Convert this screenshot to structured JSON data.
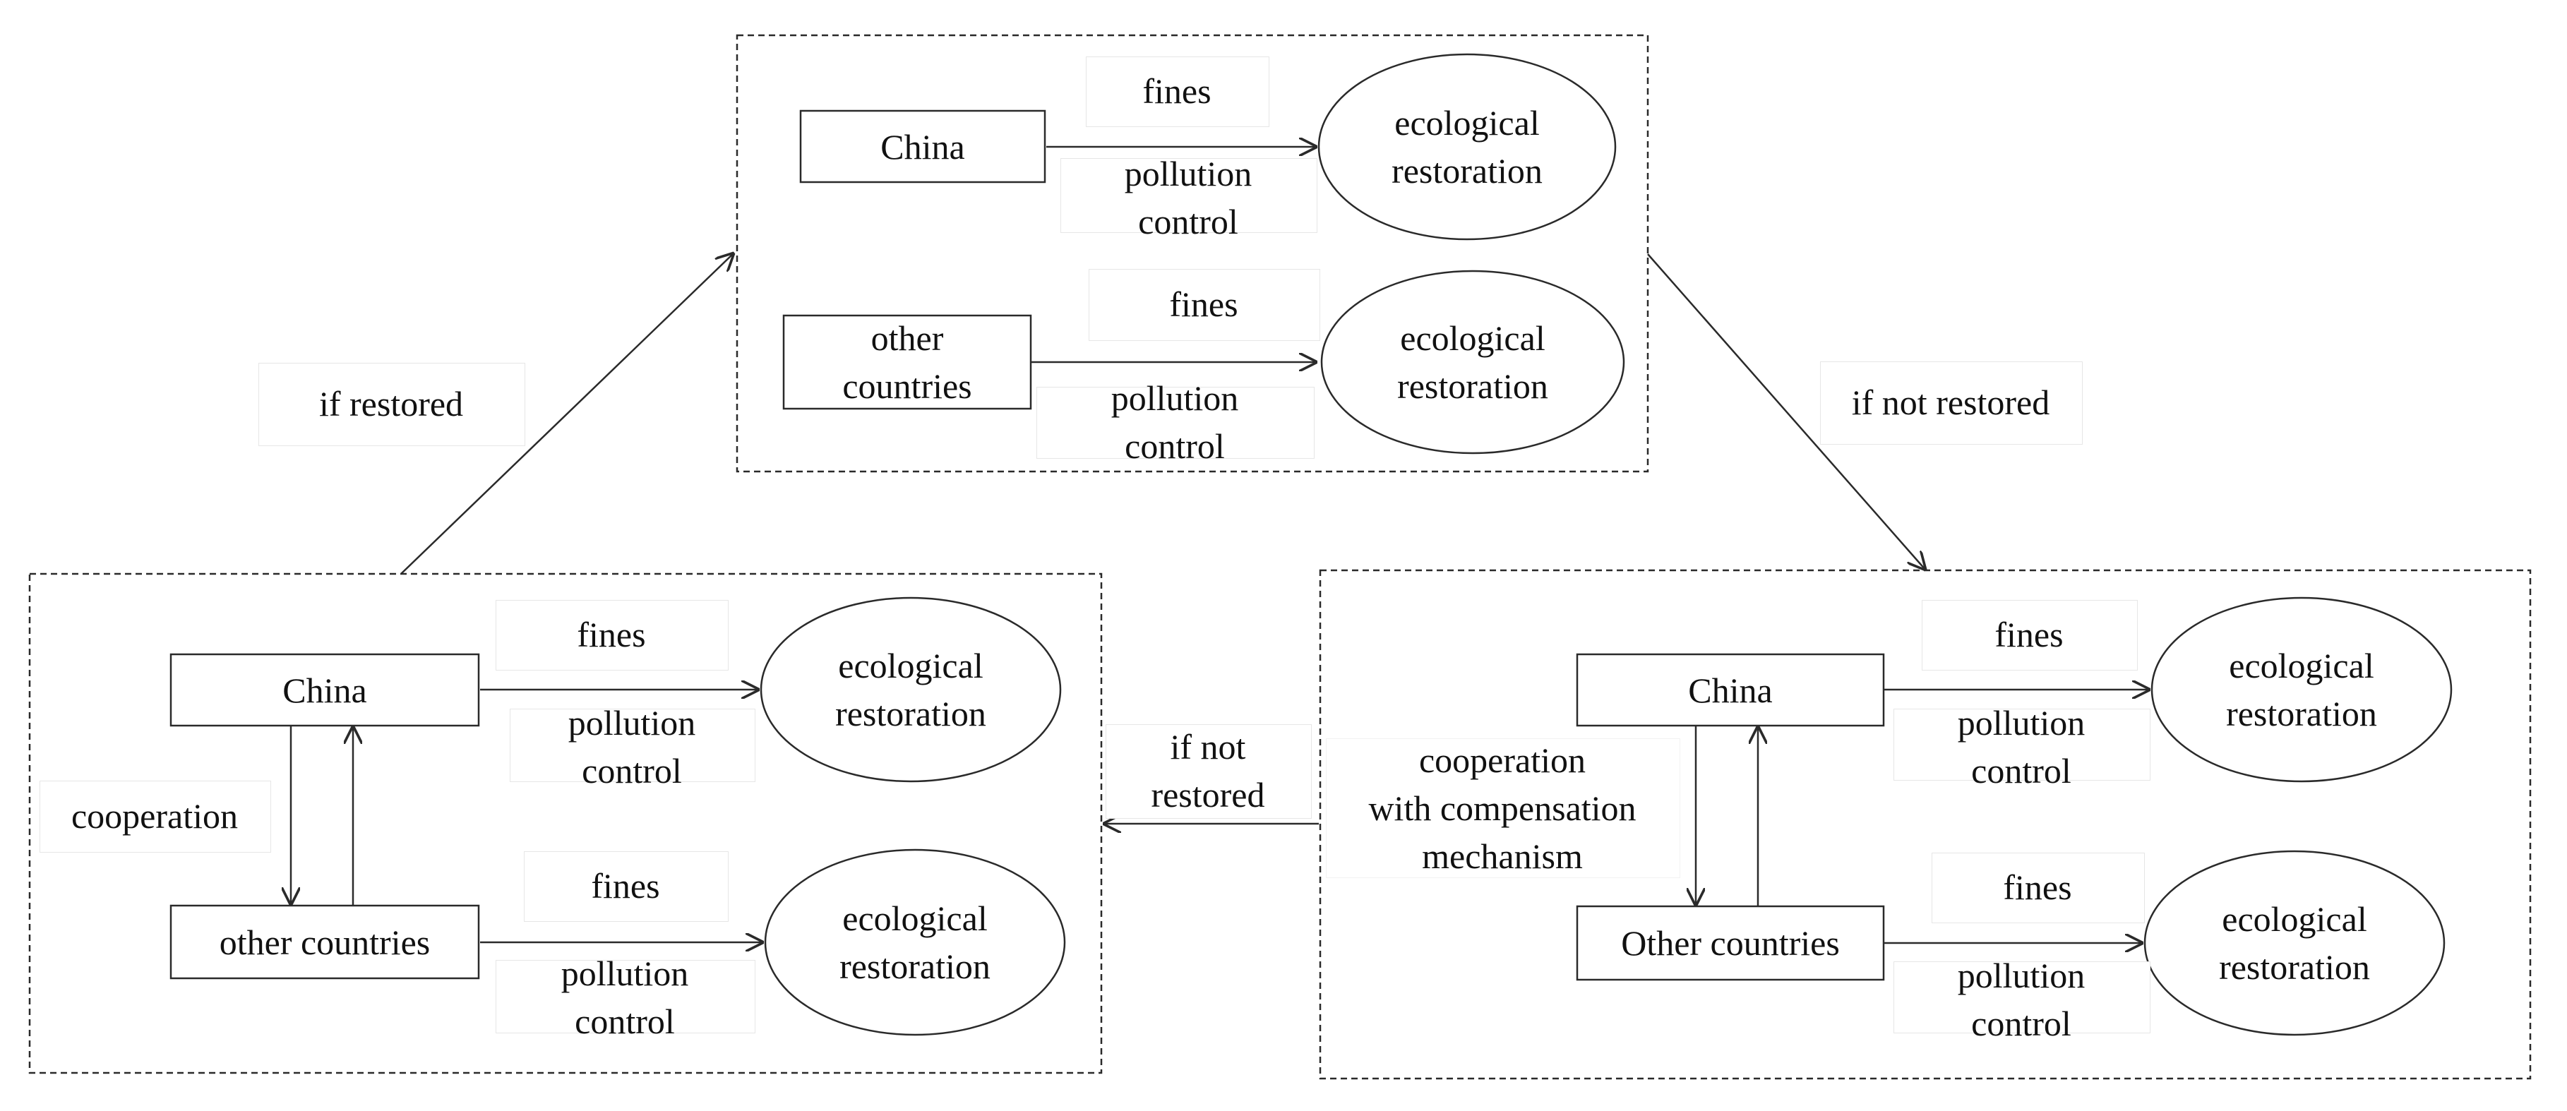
{
  "colors": {
    "line": "#2a2a2a",
    "label_border": "#e6e6e6",
    "background": "#ffffff"
  },
  "top_panel": {
    "row1": {
      "country": "China",
      "method_top": "fines",
      "method_bottom": "pollution\ncontrol",
      "target": "ecological\nrestoration"
    },
    "row2": {
      "country": "other\ncountries",
      "method_top": "fines",
      "method_bottom": "pollution\ncontrol",
      "target": "ecological\nrestoration"
    }
  },
  "left_panel": {
    "relation": "cooperation",
    "row1": {
      "country": "China",
      "method_top": "fines",
      "method_bottom": "pollution\ncontrol",
      "target": "ecological\nrestoration"
    },
    "row2": {
      "country": "other countries",
      "method_top": "fines",
      "method_bottom": "pollution\ncontrol",
      "target": "ecological\nrestoration"
    }
  },
  "right_panel": {
    "relation": "cooperation\nwith compensation\nmechanism",
    "row1": {
      "country": "China",
      "method_top": "fines",
      "method_bottom": "pollution\ncontrol",
      "target": "ecological\nrestoration"
    },
    "row2": {
      "country": "Other countries",
      "method_top": "fines",
      "method_bottom": "pollution\ncontrol",
      "target": "ecological\nrestoration"
    }
  },
  "transitions": {
    "left_to_top": "if restored",
    "top_to_right": "if not restored",
    "right_to_left": "if not\nrestored"
  }
}
